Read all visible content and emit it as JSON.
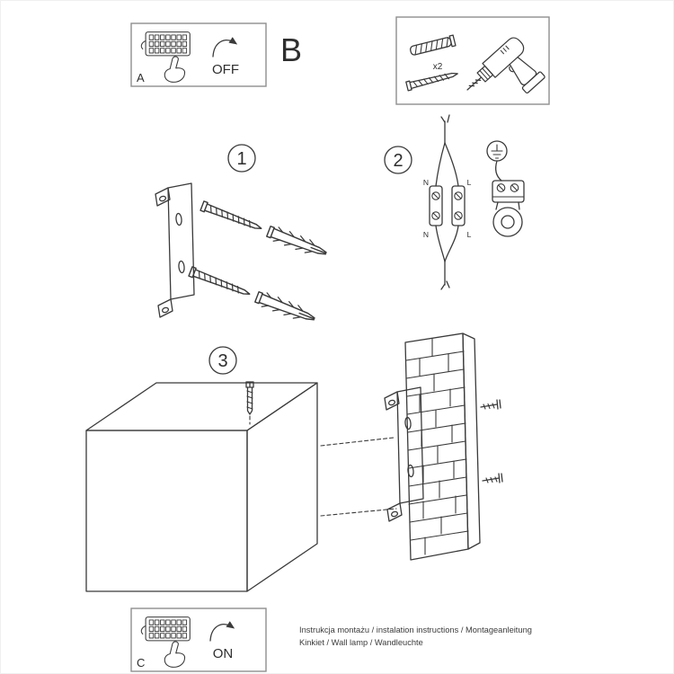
{
  "colors": {
    "ink": "#3a3a3a",
    "box_border": "#8f8f8f",
    "background": "#ffffff"
  },
  "panel_a": {
    "label": "A",
    "state_label": "OFF"
  },
  "section_b": {
    "label": "B"
  },
  "parts_box": {
    "quantity_label": "x2"
  },
  "steps": {
    "step1": {
      "number": "1"
    },
    "step2": {
      "number": "2",
      "labels": {
        "top_left": "N",
        "top_right": "L",
        "bottom_left": "N",
        "bottom_right": "L"
      }
    },
    "step3": {
      "number": "3"
    }
  },
  "panel_c": {
    "label": "C",
    "state_label": "ON"
  },
  "footer": {
    "line1": "Instrukcja montażu / instalation instructions / Montageanleitung",
    "line2": "Kinkiet / Wall lamp / Wandleuchte"
  }
}
